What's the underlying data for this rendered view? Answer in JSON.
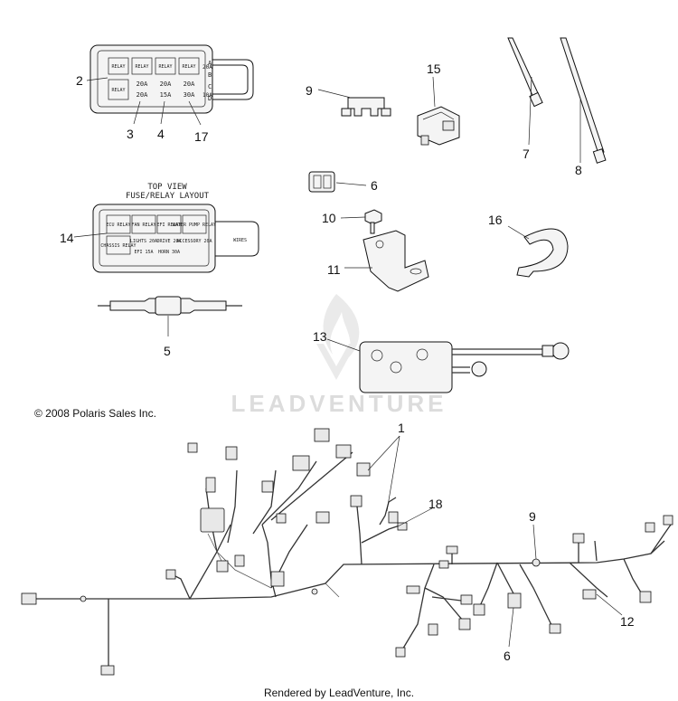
{
  "copyright": "© 2008 Polaris Sales Inc.",
  "footer": "Rendered by LeadVenture, Inc.",
  "watermark": "LEADVENTURE",
  "fuse_box_top": {
    "row1": [
      "RELAY",
      "RELAY",
      "RELAY",
      "RELAY",
      "20A"
    ],
    "row2": [
      "RELAY",
      "20A",
      "20A",
      "20A"
    ],
    "row3": [
      "20A",
      "15A",
      "30A",
      "10A"
    ],
    "side_letters": [
      "A",
      "B",
      "C",
      "D"
    ]
  },
  "layout_view": {
    "title_line1": "TOP VIEW",
    "title_line2": "FUSE/RELAY LAYOUT",
    "cells_row1": [
      "ECU RELAY",
      "FAN RELAY",
      "EFI RELAY",
      "WATER PUMP RELAY"
    ],
    "cells_row2": [
      "CHASSIS RELAY",
      "LIGHTS 20A",
      "DRIVE 20A",
      "ACCESSORY 20A"
    ],
    "cells_row3": [
      "",
      "EFI 15A",
      "HORN 30A",
      ""
    ],
    "tab_label": "WIRES"
  },
  "callouts": {
    "c1": "1",
    "c2": "2",
    "c3": "3",
    "c4": "4",
    "c5": "5",
    "c6a": "6",
    "c6b": "6",
    "c7": "7",
    "c8": "8",
    "c9a": "9",
    "c9b": "9",
    "c10": "10",
    "c11": "11",
    "c12": "12",
    "c13": "13",
    "c14": "14",
    "c15": "15",
    "c16": "16",
    "c17": "17",
    "c18": "18"
  },
  "icons": [
    "flame-logo-icon"
  ]
}
